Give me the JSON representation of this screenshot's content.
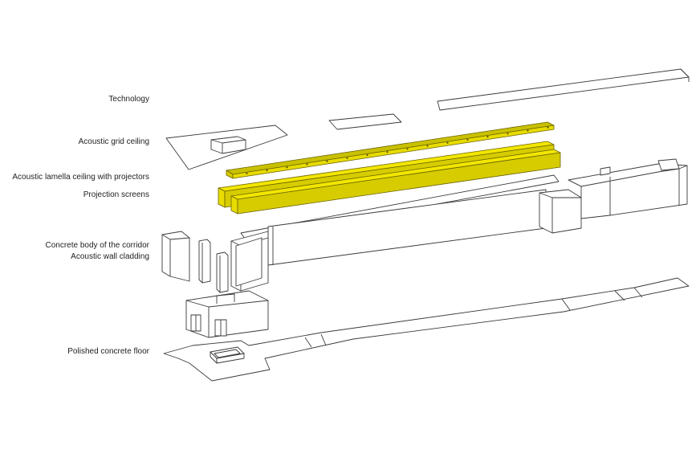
{
  "labels": {
    "technology": "Technology",
    "acoustic_grid_ceiling": "Acoustic grid ceiling",
    "acoustic_lamella_ceiling": "Acoustic lamella ceiling with projectors",
    "projection_screens": "Projection screens",
    "concrete_body": "Concrete body of the corridor",
    "acoustic_wall_cladding": "Acoustic wall cladding",
    "polished_concrete_floor": "Polished concrete floor"
  },
  "colors": {
    "line": "#3a3a3a",
    "highlight_top": "#f2e600",
    "highlight_side": "#d6cc00",
    "highlight_front": "#e8dc00",
    "lamella": "#c9c100",
    "background": "#ffffff",
    "text": "#222222"
  }
}
